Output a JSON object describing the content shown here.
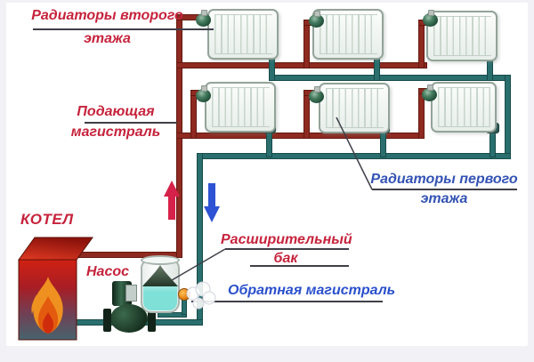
{
  "diagram": {
    "labels": {
      "second_floor_radiators_line1": "Радиаторы второго",
      "second_floor_radiators_line2": "этажа",
      "supply_main_line1": "Подающая",
      "supply_main_line2": "магистраль",
      "boiler": "КОТЕЛ",
      "pump": "Насос",
      "expansion_tank_line1": "Расширительный",
      "expansion_tank_line2": "бак",
      "return_main": "Обратная магистраль",
      "first_floor_radiators_line1": "Радиаторы первого",
      "first_floor_radiators_line2": "этажа"
    },
    "colors": {
      "supply_pipe": "#8e2a21",
      "return_pipe": "#2a6f6e",
      "red_label": "#c6233c",
      "blue_label": "#2b50cc",
      "navy_label": "#3353b4",
      "up_arrow": "#d6224a",
      "down_arrow": "#2d52d3",
      "boiler_red": "#cf2012",
      "flame_orange": "#ef9120",
      "tank_water": "#7fe0d8"
    },
    "radiators": {
      "second_floor_count": 3,
      "first_floor_count": 3
    }
  }
}
